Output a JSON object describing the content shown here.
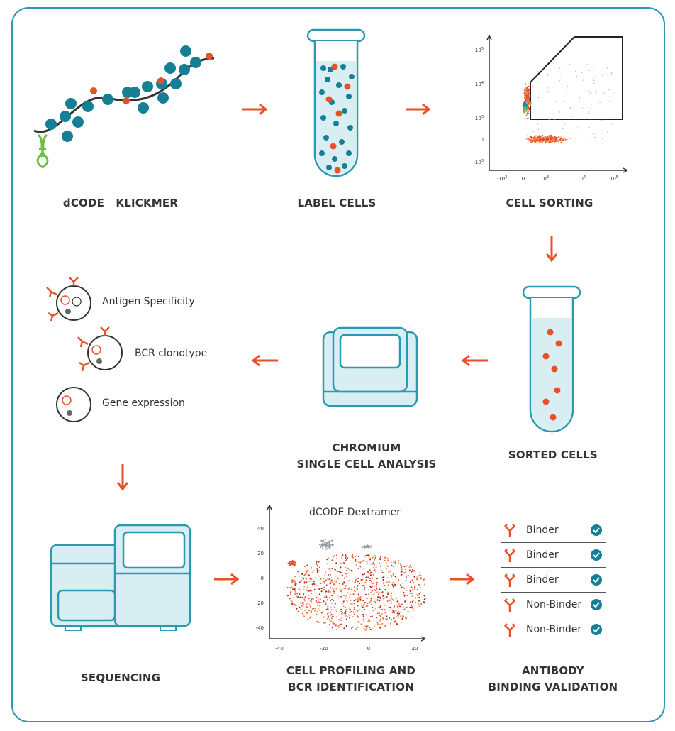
{
  "colors": {
    "teal": "#2b9ab0",
    "tealDark": "#157f96",
    "tealLight": "#d9eef3",
    "orange": "#e8502a",
    "text": "#333333",
    "dna": "#6fbf44"
  },
  "steps": {
    "klickmer": "dCODE   KLICKMER",
    "label_cells": "LABEL CELLS",
    "cell_sorting": "CELL SORTING",
    "sorted_cells": "SORTED CELLS",
    "chromium": {
      "line1": "CHROMIUM",
      "line2": "SINGLE CELL ANALYSIS"
    },
    "sequencing": "SEQUENCING",
    "profiling": {
      "line1": "CELL PROFILING AND",
      "line2": "BCR IDENTIFICATION"
    },
    "validation": {
      "line1": "ANTIBODY",
      "line2": "BINDING VALIDATION"
    }
  },
  "outputs": [
    "Antigen Specificity",
    "BCR clonotype",
    "Gene expression"
  ],
  "flow_axes": {
    "y_ticks": [
      "10",
      "10",
      "10",
      "0",
      "-10"
    ],
    "y_exp": [
      "5",
      "4",
      "3",
      "",
      "3"
    ],
    "x_ticks": [
      "-10",
      "0",
      "10",
      "10",
      "10"
    ],
    "x_exp": [
      "3",
      "",
      "3",
      "4",
      "5"
    ]
  },
  "tsne": {
    "title": "dCODE Dextramer",
    "y_ticks": [
      "40",
      "20",
      "0",
      "-20",
      "-40"
    ],
    "x_ticks": [
      "-40",
      "-20",
      "0",
      "20"
    ]
  },
  "binding_results": [
    {
      "label": "Binder",
      "icon": "check-icon"
    },
    {
      "label": "Binder",
      "icon": "check-icon"
    },
    {
      "label": "Binder",
      "icon": "check-icon"
    },
    {
      "label": "Non-Binder",
      "icon": "check-icon"
    },
    {
      "label": "Non-Binder",
      "icon": "check-icon"
    }
  ]
}
